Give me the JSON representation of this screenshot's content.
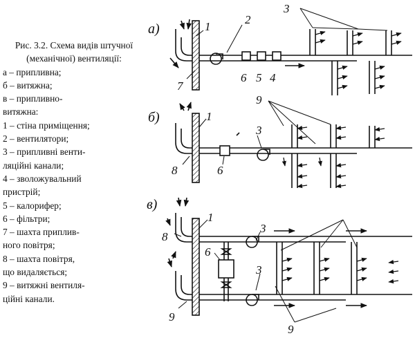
{
  "caption": {
    "title": "Рис. 3.2. Схема видів штучної (механічної) вентиляції:",
    "items": [
      "а – припливна;",
      "б – витяжна;",
      "в – припливно-\nвитяжна:",
      "1 – стіна приміщення;",
      "2 – вентилятори;",
      "3 – припливні венти-\nляційні канали;",
      "4 – зволожувальний\nпристрій;",
      "5 – калорифер;",
      "6 – фільтри;",
      "7 – шахта приплив-\nного повітря;",
      "8 – шахта повітря,\nщо видаляється;",
      "9 – витяжні вентиля-\nційні канали."
    ]
  },
  "diagram": {
    "panel_labels": [
      "а)",
      "б)",
      "в)"
    ],
    "callouts": {
      "a": [
        "1",
        "2",
        "3",
        "4",
        "5",
        "6",
        "7"
      ],
      "b": [
        "1",
        "3",
        "6",
        "8",
        "9"
      ],
      "c": [
        "1",
        "3",
        "3",
        "6",
        "8",
        "9",
        "9"
      ]
    }
  }
}
